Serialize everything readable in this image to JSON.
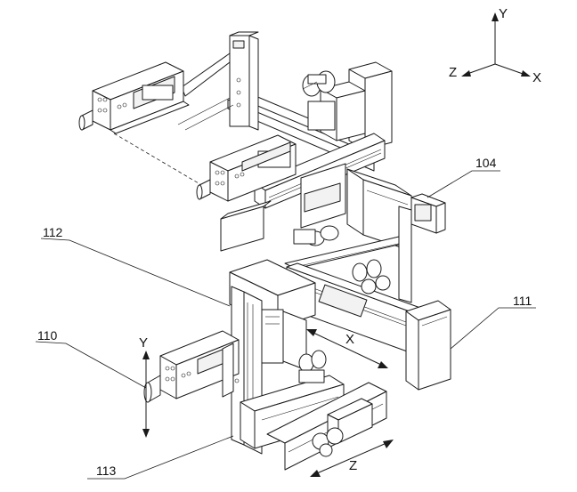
{
  "labels": {
    "ref_104": "104",
    "ref_111": "111",
    "ref_112": "112",
    "ref_110": "110",
    "ref_113": "113"
  },
  "triad": {
    "y": "Y",
    "z": "Z",
    "x": "X"
  },
  "motion": {
    "y": "Y",
    "x": "X",
    "z": "Z"
  }
}
